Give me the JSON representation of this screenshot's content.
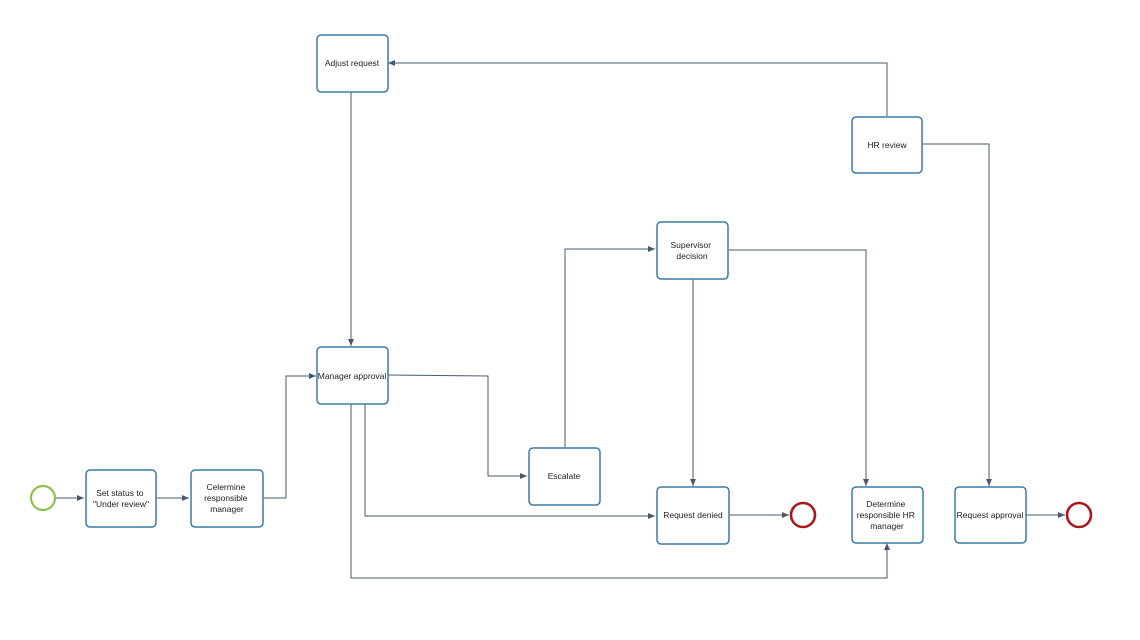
{
  "diagram": {
    "colors": {
      "task_stroke": "#3a7ca8",
      "flow": "#4a5a6e",
      "start_event": "#8dc24c",
      "end_event": "#a8191e"
    },
    "start_event": {
      "icon": "start-event-circle"
    },
    "end_events": [
      {
        "name": "end-event-request-denied",
        "icon": "end-event-circle"
      },
      {
        "name": "end-event-request-approval",
        "icon": "end-event-circle"
      }
    ],
    "tasks": {
      "set_status": {
        "lines": [
          "Set status to",
          "\"Under review\""
        ]
      },
      "determine_manager": {
        "lines": [
          "Celermine",
          "responsible",
          "manager"
        ]
      },
      "manager_approval": {
        "lines": [
          "Manager approval"
        ]
      },
      "adjust_request": {
        "lines": [
          "Adjust request"
        ]
      },
      "escalate": {
        "lines": [
          "Escalate"
        ]
      },
      "supervisor_decision": {
        "lines": [
          "Supervisor",
          "decision"
        ]
      },
      "request_denied": {
        "lines": [
          "Request denied"
        ]
      },
      "determine_hr_manager": {
        "lines": [
          "Determine",
          "responsible HR",
          "manager"
        ]
      },
      "hr_review": {
        "lines": [
          "HR review"
        ]
      },
      "request_approval": {
        "lines": [
          "Request approval"
        ]
      }
    }
  }
}
